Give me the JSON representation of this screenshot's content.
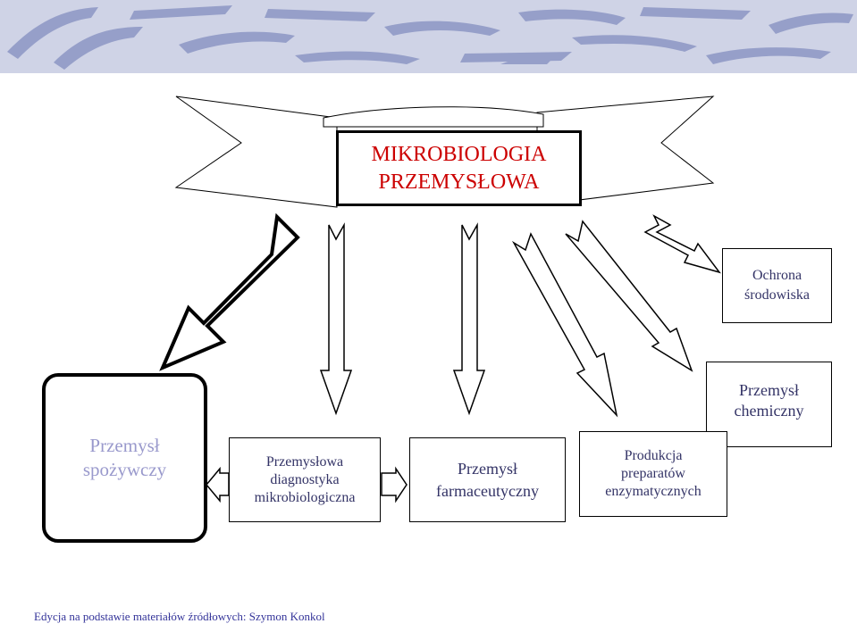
{
  "title": {
    "line1": "MIKROBIOLOGIA",
    "line2": "PRZEMYSŁOWA"
  },
  "nodes": {
    "food": {
      "line1": "Przemysł",
      "line2": "spożywczy"
    },
    "environment": {
      "line1": "Ochrona",
      "line2": "środowiska"
    },
    "diagnostics": {
      "line1": "Przemysłowa",
      "line2": "diagnostyka",
      "line3": "mikrobiologiczna"
    },
    "pharma": {
      "line1": "Przemysł",
      "line2": "farmaceutyczny"
    },
    "enzymes": {
      "line1": "Produkcja",
      "line2": "preparatów",
      "line3": "enzymatycznych"
    },
    "chemical": {
      "line1": "Przemysł",
      "line2": "chemiczny"
    }
  },
  "footer": "Edycja na podstawie materiałów źródłowych: Szymon Konkol",
  "colors": {
    "title": "#cc0000",
    "food": "#9999cc",
    "text": "#333366",
    "footer": "#333399",
    "banner": "#cfd3e6",
    "stripe": "#8d97c4"
  }
}
